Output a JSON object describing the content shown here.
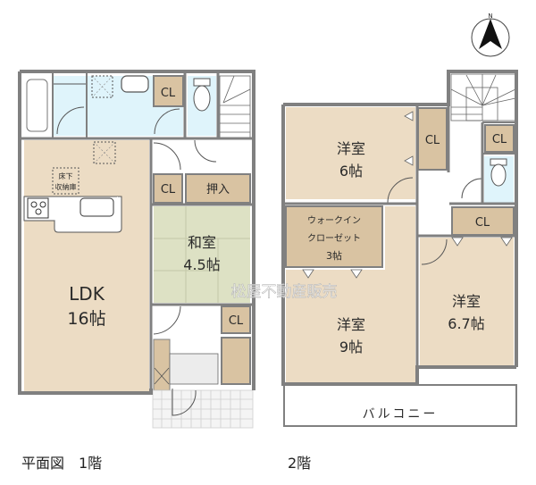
{
  "colors": {
    "wall": "#808080",
    "wood_floor": "#ecdcc4",
    "storage": "#d9c3a2",
    "tatami": "#dde1c4",
    "wet_area": "#dff4fb",
    "white": "#ffffff",
    "entrance_floor": "#ececec",
    "tile": "#f2f2f2"
  },
  "floor1": {
    "caption": "平面図　1階",
    "rooms": {
      "ldk_name": "LDK",
      "ldk_size": "16帖",
      "washitsu_name": "和室",
      "washitsu_size": "4.5帖",
      "oshiire": "押入",
      "cl_wash": "CL",
      "cl_hall": "CL",
      "cl_entrance": "CL",
      "underfloor_line1": "床下",
      "underfloor_line2": "収納庫"
    }
  },
  "floor2": {
    "caption": "2階",
    "rooms": {
      "youshitsu6_name": "洋室",
      "youshitsu6_size": "6帖",
      "youshitsu9_name": "洋室",
      "youshitsu9_size": "9帖",
      "youshitsu67_name": "洋室",
      "youshitsu67_size": "6.7帖",
      "wic_line1": "ウォークイン",
      "wic_line2": "クローゼット",
      "wic_line3": "3帖",
      "cl_6": "CL",
      "cl_stair": "CL",
      "cl_67": "CL",
      "balcony": "バルコニー"
    }
  },
  "compass": {
    "label": "N"
  },
  "watermark": "松屋不動産販売"
}
